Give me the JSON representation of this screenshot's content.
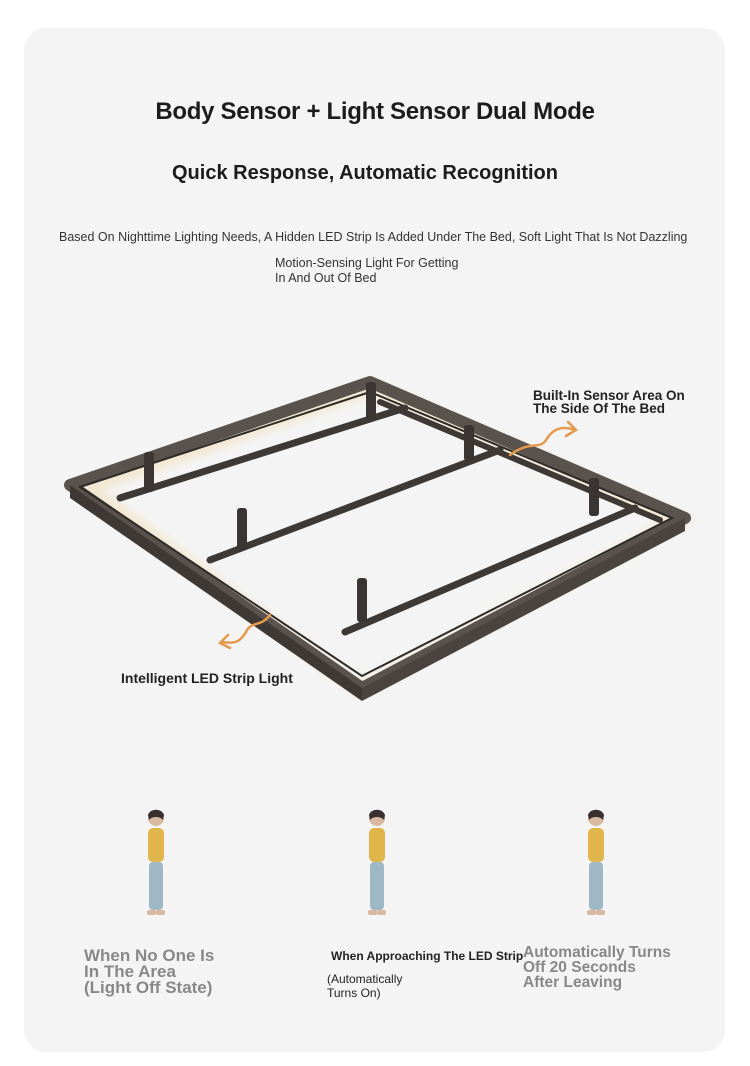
{
  "header": {
    "title": "Body Sensor + Light Sensor Dual Mode",
    "subtitle": "Quick Response, Automatic Recognition",
    "description": "Based On Nighttime Lighting Needs, A Hidden LED Strip Is Added Under The Bed, Soft Light That Is Not Dazzling"
  },
  "callouts": {
    "motion_line1": "Motion-Sensing Light For Getting",
    "motion_line2": "In And Out Of Bed",
    "sensor_line1": "Built-In Sensor Area On",
    "sensor_line2": "The Side Of The Bed",
    "led_strip": "Intelligent LED Strip Light"
  },
  "states": [
    {
      "lines": [
        "When No One Is",
        "In The Area",
        "(Light Off State)"
      ]
    },
    {
      "lines": [
        "When Approaching The LED Strip",
        "(Automatically",
        "Turns On)"
      ]
    },
    {
      "lines": [
        "Automatically Turns",
        "Off 20 Seconds",
        "After Leaving"
      ]
    }
  ],
  "colors": {
    "background": "#f4f4f4",
    "frame": "#4a4440",
    "frame_top": "#6b625c",
    "arrow": "#e39a4c",
    "glow": "#f3e6cf",
    "shirt": "#e0b64a",
    "pants": "#9eb8c6"
  }
}
